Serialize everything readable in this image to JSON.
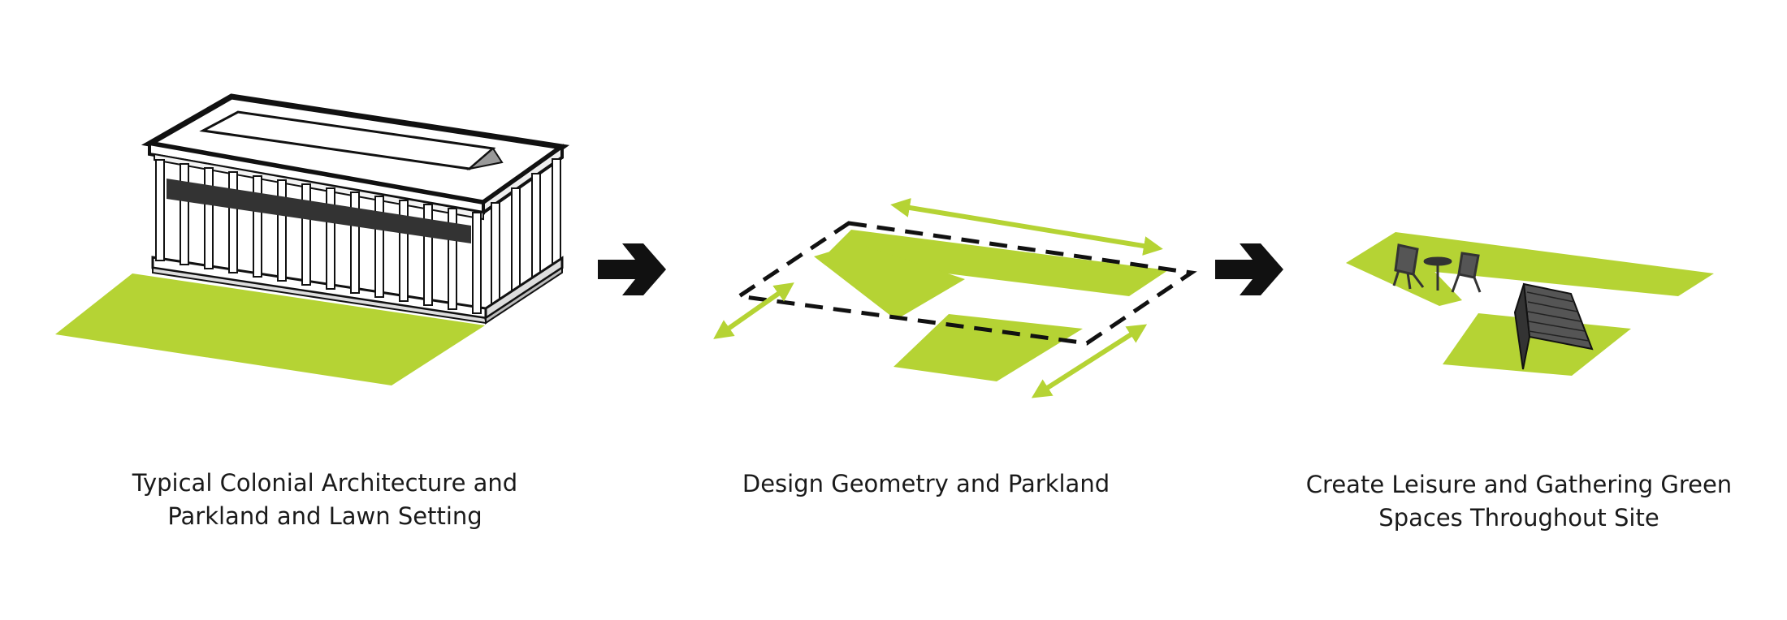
{
  "colors": {
    "lawn": "#b5d334",
    "ink": "#111111",
    "paper": "#ffffff"
  },
  "steps": [
    {
      "caption_line1": "Typical Colonial Architecture and",
      "caption_line2": "Parkland and Lawn Setting",
      "icon": "colonial-building-icon"
    },
    {
      "caption_line1": "Design Geometry and Parkland",
      "caption_line2": "",
      "icon": "geometry-plan-icon"
    },
    {
      "caption_line1": "Create Leisure and Gathering Green",
      "caption_line2": "Spaces Throughout Site",
      "icon": "leisure-space-icon"
    }
  ],
  "connectors": [
    "right-arrow-icon",
    "right-arrow-icon"
  ]
}
